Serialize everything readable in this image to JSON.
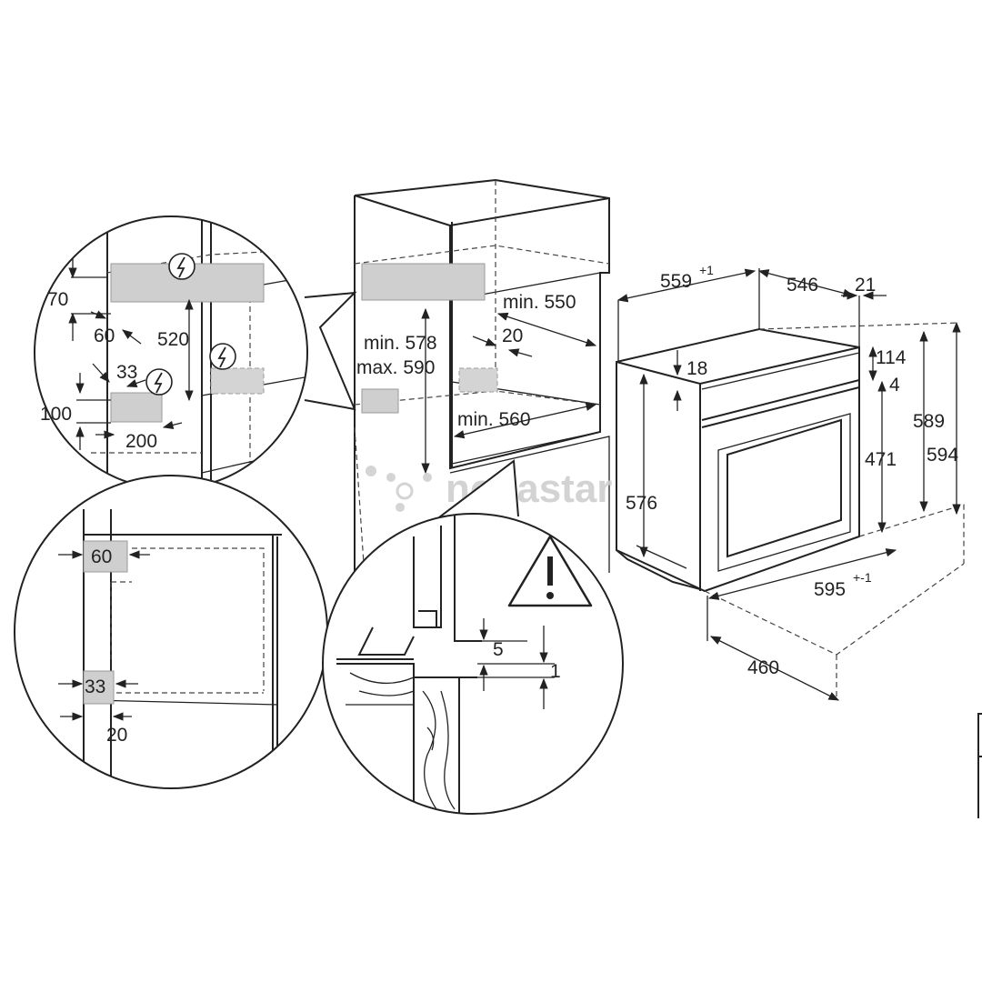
{
  "watermark": "novastar",
  "oven_dims": {
    "d559": "559",
    "d559_sup": "+1",
    "d546": "546",
    "d21": "21",
    "d114": "114",
    "d18": "18",
    "d4": "4",
    "d589": "589",
    "d594": "594",
    "d471": "471",
    "d576": "576",
    "d595": "595",
    "d595_sup": "+-1",
    "d460": "460"
  },
  "cabinet_dims": {
    "min550": "min. 550",
    "d20": "20",
    "min578": "min. 578",
    "max590": "max. 590",
    "min560": "min. 560"
  },
  "detail_top_left": {
    "d70": "70",
    "d60": "60",
    "d520": "520",
    "d33": "33",
    "d100": "100",
    "d200": "200"
  },
  "detail_bottom_left": {
    "d60": "60",
    "d33": "33",
    "d20": "20"
  },
  "detail_bottom_mid": {
    "d5": "5",
    "d1": "1"
  },
  "colors": {
    "line": "#222222",
    "highlight": "#cfcfcf",
    "watermark": "#cfcfcf"
  },
  "icons": [
    "electrical-hazard-icon",
    "warning-triangle-icon"
  ]
}
